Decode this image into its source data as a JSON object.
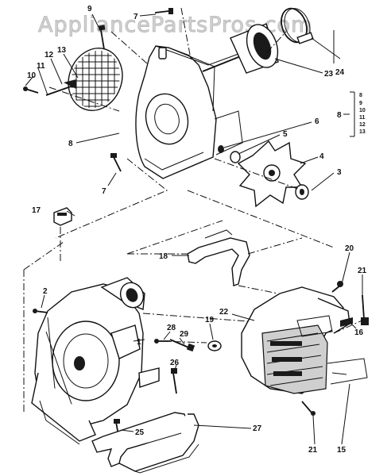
{
  "watermark": "AppliancePartsPros.com",
  "callouts": {
    "p1": "1",
    "p2": "2",
    "p3": "3",
    "p4": "4",
    "p5": "5",
    "p6": "6",
    "p7a": "7",
    "p7b": "7",
    "p8a": "8",
    "p8b": "8",
    "p9": "9",
    "p10": "10",
    "p11": "11",
    "p12": "12",
    "p13": "13",
    "p15": "15",
    "p16": "16",
    "p17": "17",
    "p18": "18",
    "p19": "19",
    "p20": "20",
    "p21a": "21",
    "p21b": "21",
    "p22": "22",
    "p23": "23",
    "p24": "24",
    "p25": "25",
    "p26": "26",
    "p27": "27",
    "p28": "28",
    "p29": "29"
  },
  "kit_list": [
    "8",
    "9",
    "10",
    "11",
    "12",
    "13"
  ]
}
